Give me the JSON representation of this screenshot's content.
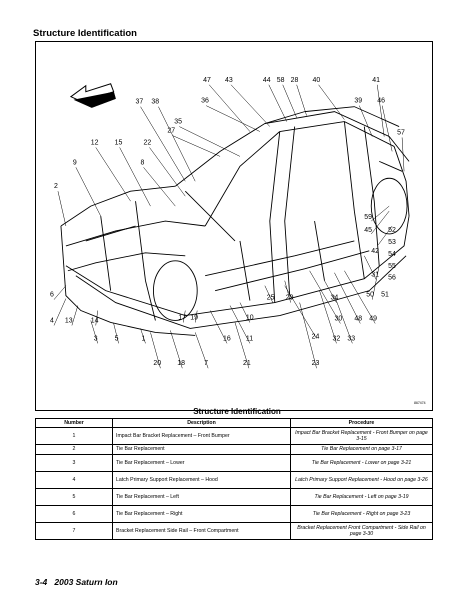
{
  "page_title": "Structure Identification",
  "figure": {
    "callouts": [
      "47",
      "43",
      "44",
      "58",
      "28",
      "40",
      "41",
      "37",
      "38",
      "36",
      "39",
      "46",
      "35",
      "57",
      "27",
      "12",
      "15",
      "22",
      "9",
      "8",
      "2",
      "59",
      "45",
      "52",
      "53",
      "42",
      "54",
      "55",
      "31",
      "56",
      "6",
      "50",
      "51",
      "4",
      "13",
      "14",
      "17",
      "19",
      "10",
      "25",
      "29",
      "34",
      "3",
      "5",
      "1",
      "30",
      "48",
      "49",
      "16",
      "11",
      "24",
      "32",
      "33",
      "20",
      "18",
      "7",
      "21",
      "23"
    ],
    "figure_code": "867474"
  },
  "table": {
    "title": "Structure Identification",
    "headers": [
      "Number",
      "Description",
      "Procedure"
    ],
    "rows": [
      {
        "num": "1",
        "desc": "Impact Bar Bracket Replacement – Front Bumper",
        "proc": "Impact Bar Bracket Replacement - Front Bumper on page 3-15"
      },
      {
        "num": "2",
        "desc": "Tie Bar Replacement",
        "proc": "Tie Bar Replacement on page 3-17"
      },
      {
        "num": "3",
        "desc": "Tie Bar Replacement – Lower",
        "proc": "Tie Bar Replacement - Lower on page 3-21"
      },
      {
        "num": "4",
        "desc": "Latch Primary Support Replacement – Hood",
        "proc": "Latch Primary Support Replacement - Hood on page 3-26"
      },
      {
        "num": "5",
        "desc": "Tie Bar Replacement – Left",
        "proc": "Tie Bar Replacement - Left on page 3-19"
      },
      {
        "num": "6",
        "desc": "Tie Bar Replacement – Right",
        "proc": "Tie Bar Replacement - Right on page 3-23"
      },
      {
        "num": "7",
        "desc": "Bracket Replacement Side Rail – Front Compartment",
        "proc": "Bracket Replacement Front Compartment - Side Rail on page 3-30"
      }
    ]
  },
  "footer": {
    "page_num": "3-4",
    "book": "2003 Saturn Ion"
  }
}
